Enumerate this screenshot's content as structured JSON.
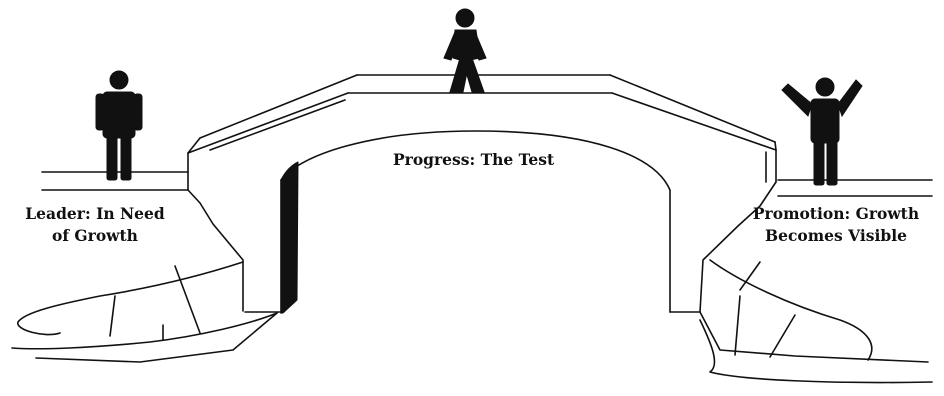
{
  "labels": {
    "left": {
      "line1": "Leader: In Need",
      "line2": "of Growth"
    },
    "center": {
      "line1": "Progress: The Test"
    },
    "right": {
      "line1": "Promotion: Growth",
      "line2": "Becomes Visible"
    }
  },
  "figures": {
    "left": "standing-person-icon",
    "center": "walking-person-icon",
    "right": "cheering-person-icon"
  },
  "colors": {
    "ink": "#111111",
    "background": "#ffffff"
  }
}
